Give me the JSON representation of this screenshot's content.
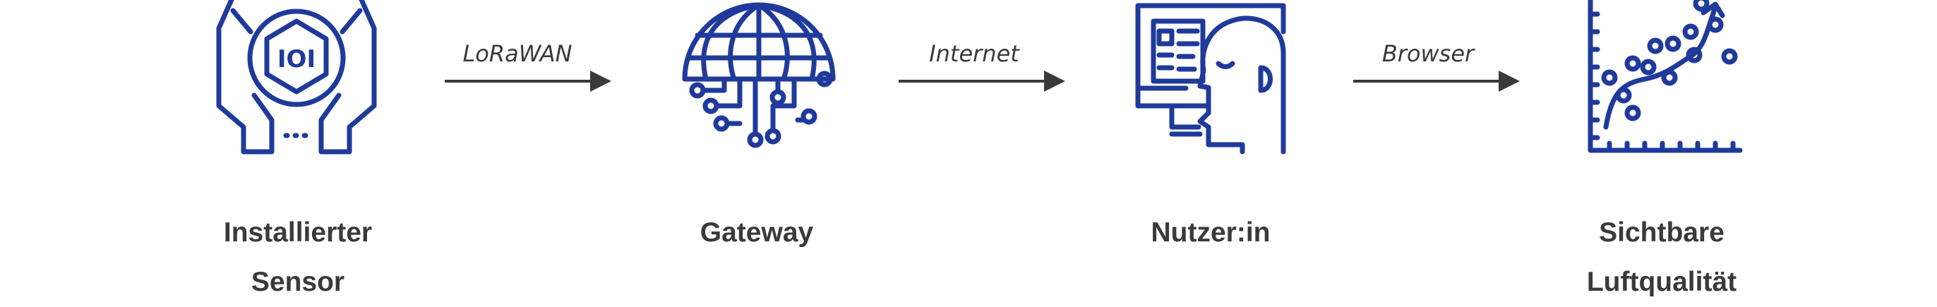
{
  "diagram": {
    "steps": [
      {
        "label_line1": "Installierter",
        "label_line2": "Sensor",
        "icon": "sensor-in-hands-icon"
      },
      {
        "label_line1": "Gateway",
        "label_line2": "",
        "icon": "globe-circuit-icon"
      },
      {
        "label_line1": "Nutzer:in",
        "label_line2": "",
        "icon": "user-at-screen-icon"
      },
      {
        "label_line1": "Sichtbare",
        "label_line2": "Luftqualität",
        "icon": "scatter-chart-icon"
      }
    ],
    "connections": [
      {
        "label": "LoRaWAN"
      },
      {
        "label": "Internet"
      },
      {
        "label": "Browser"
      }
    ]
  },
  "colors": {
    "icon": "#1f3a9a",
    "text": "#3a3a3a",
    "arrow": "#3a3a3a"
  }
}
